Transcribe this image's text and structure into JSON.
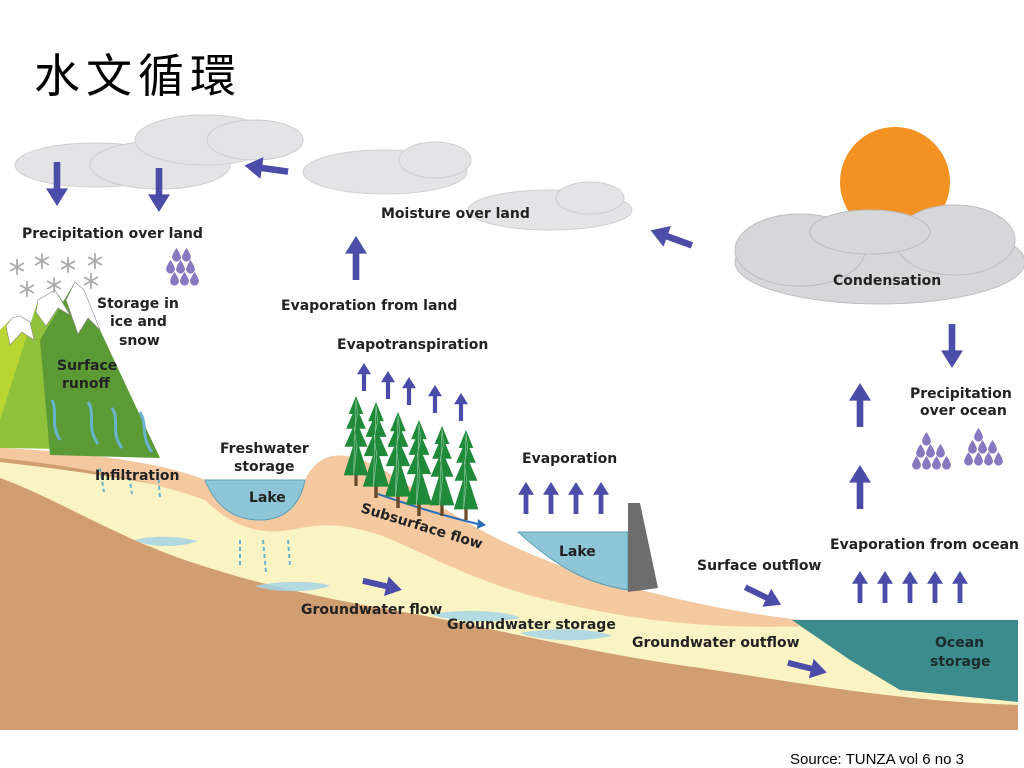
{
  "title": "水文循環",
  "source": "Source: TUNZA vol 6 no 3",
  "colors": {
    "arrow": "#4b4ba8",
    "cloud": "#e4e4e6",
    "sun": "#f39222",
    "bedrock": "#d19e72",
    "soil": "#f5c9a0",
    "aquifer": "#faf3c3",
    "water": "#8ec6d8",
    "ocean": "#3c8c8e",
    "tree": "#1f8a3a",
    "mountain_light": "#b9d532",
    "mountain_dark": "#5c9a35"
  },
  "icons": {
    "arrow": "arrow-icon",
    "snowflake": "snowflake-icon",
    "raindrop": "raindrop-icon",
    "tree": "tree-icon",
    "sun": "sun-icon",
    "cloud": "cloud-icon"
  },
  "labels": {
    "precip_land": "Precipitation over land",
    "moisture_land": "Moisture over land",
    "condensation": "Condensation",
    "storage_ice_1": "Storage in",
    "storage_ice_2": "ice and",
    "storage_ice_3": "snow",
    "evap_land": "Evaporation from land",
    "evapotranspiration": "Evapotranspiration",
    "surface_runoff_1": "Surface",
    "surface_runoff_2": "runoff",
    "infiltration": "Infiltration",
    "freshwater_1": "Freshwater",
    "freshwater_2": "storage",
    "lake1": "Lake",
    "subsurface": "Subsurface flow",
    "evaporation": "Evaporation",
    "lake2": "Lake",
    "precip_ocean_1": "Precipitation",
    "precip_ocean_2": "over ocean",
    "evap_ocean": "Evaporation from ocean",
    "surface_outflow": "Surface outflow",
    "groundwater_flow": "Groundwater flow",
    "groundwater_storage": "Groundwater storage",
    "groundwater_outflow": "Groundwater outflow",
    "ocean_1": "Ocean",
    "ocean_2": "storage"
  }
}
